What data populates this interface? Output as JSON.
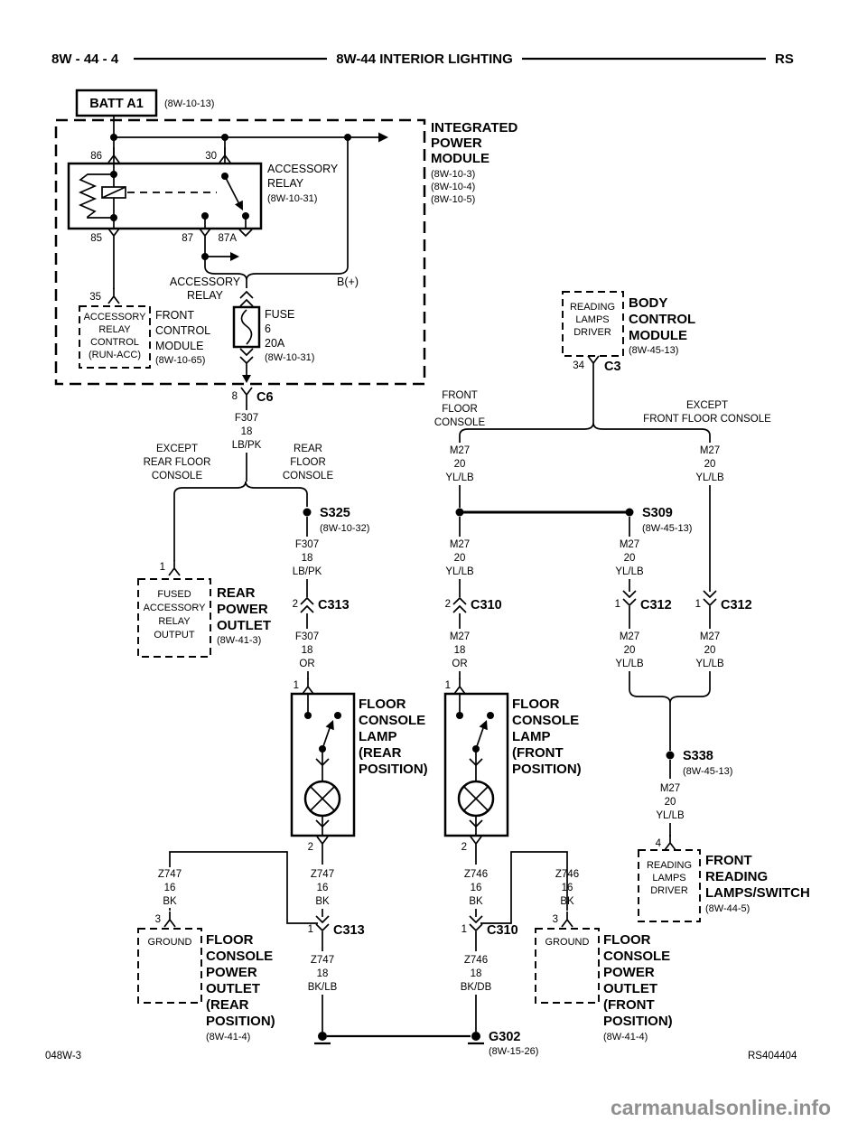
{
  "colors": {
    "ink": "#000000",
    "paper": "#ffffff",
    "watermark": "#8f8f8f"
  },
  "header": {
    "page_code": "8W - 44 - 4",
    "title": "8W-44 INTERIOR LIGHTING",
    "vehicle_code": "RS"
  },
  "battery": {
    "label": "BATT A1",
    "ref": "(8W-10-13)"
  },
  "ipm": {
    "l1": "INTEGRATED",
    "l2": "POWER",
    "l3": "MODULE",
    "ref1": "(8W-10-3)",
    "ref2": "(8W-10-4)",
    "ref3": "(8W-10-5)"
  },
  "relay": {
    "pin86": "86",
    "pin30": "30",
    "pin85": "85",
    "pin87": "87",
    "pin87a": "87A",
    "n1": "ACCESSORY",
    "n2": "RELAY",
    "ref": "(8W-10-31)"
  },
  "relay_out": {
    "acc1": "ACCESSORY",
    "acc2": "RELAY",
    "bplus": "B(+)"
  },
  "fcm": {
    "pin": "35",
    "b1": "ACCESSORY",
    "b2": "RELAY",
    "b3": "CONTROL",
    "b4": "(RUN-ACC)",
    "n1": "FRONT",
    "n2": "CONTROL",
    "n3": "MODULE",
    "ref": "(8W-10-65)"
  },
  "fuse": {
    "name": "FUSE",
    "num": "6",
    "amp": "20A",
    "ref": "(8W-10-31)"
  },
  "c6": {
    "pin": "8",
    "name": "C6"
  },
  "wires": {
    "f307_lbpk": {
      "c": "F307",
      "g": "18",
      "col": "LB/PK"
    },
    "f307_or": {
      "c": "F307",
      "g": "18",
      "col": "OR"
    },
    "m27_20": {
      "c": "M27",
      "g": "20",
      "col": "YL/LB"
    },
    "m27_18": {
      "c": "M27",
      "g": "18",
      "col": "OR"
    },
    "z747_16": {
      "c": "Z747",
      "g": "16",
      "col": "BK"
    },
    "z747_18": {
      "c": "Z747",
      "g": "18",
      "col": "BK/LB"
    },
    "z746_16": {
      "c": "Z746",
      "g": "16",
      "col": "BK"
    },
    "z746_18": {
      "c": "Z746",
      "g": "18",
      "col": "BK/DB"
    }
  },
  "split_rear": {
    "l1": "EXCEPT",
    "l2": "REAR FLOOR",
    "l3": "CONSOLE",
    "r1": "REAR",
    "r2": "FLOOR",
    "r3": "CONSOLE"
  },
  "s325": {
    "name": "S325",
    "ref": "(8W-10-32)"
  },
  "c313_pwr": {
    "pin": "2",
    "name": "C313"
  },
  "rpo": {
    "pin": "1",
    "b1": "FUSED",
    "b2": "ACCESSORY",
    "b3": "RELAY",
    "b4": "OUTPUT",
    "n1": "REAR",
    "n2": "POWER",
    "n3": "OUTLET",
    "ref": "(8W-41-3)"
  },
  "rear_lamp": {
    "pin_in": "1",
    "pin_out": "2",
    "n1": "FLOOR",
    "n2": "CONSOLE",
    "n3": "LAMP",
    "n4": "(REAR",
    "n5": "POSITION)"
  },
  "front_lamp": {
    "pin_in": "1",
    "pin_out": "2",
    "n1": "FLOOR",
    "n2": "CONSOLE",
    "n3": "LAMP",
    "n4": "(FRONT",
    "n5": "POSITION)"
  },
  "bcm": {
    "b1": "READING",
    "b2": "LAMPS",
    "b3": "DRIVER",
    "n1": "BODY",
    "n2": "CONTROL",
    "n3": "MODULE",
    "ref": "(8W-45-13)",
    "pin": "34",
    "conn": "C3"
  },
  "split_front": {
    "l1": "FRONT",
    "l2": "FLOOR",
    "l3": "CONSOLE",
    "r1": "EXCEPT",
    "r2": "FRONT FLOOR CONSOLE"
  },
  "s309": {
    "name": "S309",
    "ref": "(8W-45-13)"
  },
  "c310_pwr": {
    "pin": "2",
    "name": "C310"
  },
  "c312_left": {
    "pin": "1",
    "name": "C312"
  },
  "c312_right": {
    "pin": "1",
    "name": "C312"
  },
  "s338": {
    "name": "S338",
    "ref": "(8W-45-13)"
  },
  "frls": {
    "pin": "4",
    "b1": "READING",
    "b2": "LAMPS",
    "b3": "DRIVER",
    "n1": "FRONT",
    "n2": "READING",
    "n3": "LAMPS/SWITCH",
    "ref": "(8W-44-5)"
  },
  "gnd_rear": {
    "pin": "3",
    "box": "GROUND",
    "n1": "FLOOR",
    "n2": "CONSOLE",
    "n3": "POWER",
    "n4": "OUTLET",
    "n5": "(REAR",
    "n6": "POSITION)",
    "ref": "(8W-41-4)"
  },
  "gnd_front": {
    "pin": "3",
    "box": "GROUND",
    "n1": "FLOOR",
    "n2": "CONSOLE",
    "n3": "POWER",
    "n4": "OUTLET",
    "n5": "(FRONT",
    "n6": "POSITION)",
    "ref": "(8W-41-4)"
  },
  "c313_gnd": {
    "pin": "1",
    "name": "C313"
  },
  "c310_gnd": {
    "pin": "1",
    "name": "C310"
  },
  "g302": {
    "name": "G302",
    "ref": "(8W-15-26)"
  },
  "footer": {
    "left": "048W-3",
    "right": "RS404404",
    "watermark": "carmanualsonline.info"
  }
}
